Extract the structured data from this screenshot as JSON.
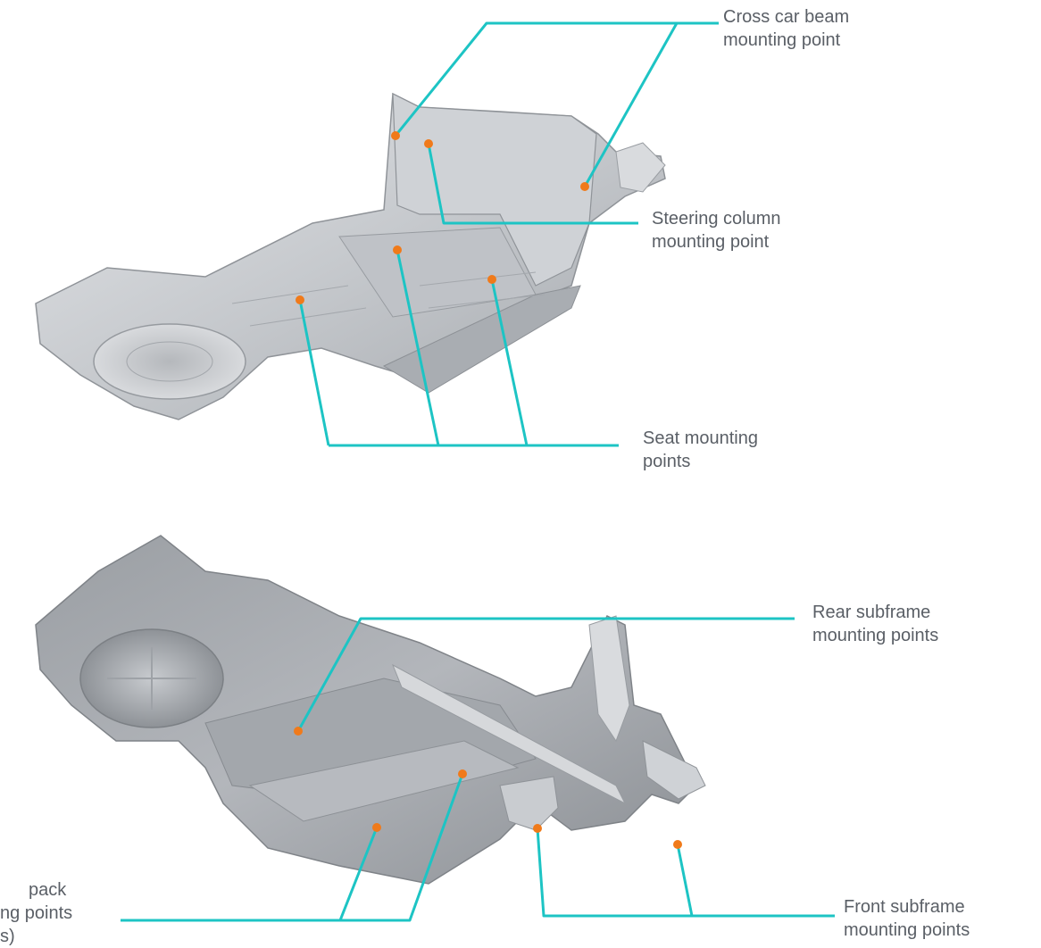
{
  "colors": {
    "leader": "#1dc4c4",
    "dot": "#f07a1a",
    "label_text": "#5a5f66",
    "metal_light": "#dcdee1",
    "metal_mid": "#b9bcc1",
    "metal_dark": "#8d9196"
  },
  "labels": {
    "cross_car_beam": {
      "line1": "Cross car beam",
      "line2": "mounting point"
    },
    "steering_column": {
      "line1": "Steering column",
      "line2": "mounting point"
    },
    "seat": {
      "line1": "Seat mounting",
      "line2": "points"
    },
    "rear_subframe": {
      "line1": "Rear subframe",
      "line2": "mounting points"
    },
    "battery_pack": {
      "line1": "pack",
      "line2": "ng points",
      "line3": "s)"
    },
    "front_subframe": {
      "line1": "Front subframe",
      "line2": "mounting points"
    }
  }
}
